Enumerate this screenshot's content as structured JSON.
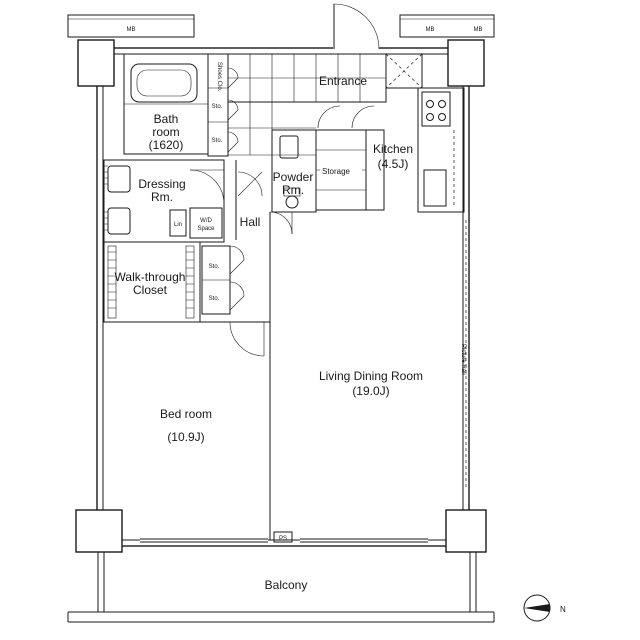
{
  "labels": {
    "entrance": "Entrance",
    "kitchen": "Kitchen",
    "kitchen_size": "(4.5J)",
    "bath": "Bath",
    "bath_room": "room",
    "bath_size": "(1620)",
    "powder": "Powder",
    "powder_rm": "Rm.",
    "storage": "Storage",
    "dressing": "Dressing",
    "dressing_rm": "Rm.",
    "lin": "Lin",
    "wd_top": "W/D",
    "wd_bottom": "Space",
    "hall": "Hall",
    "walk_top": "Walk-through",
    "walk_bottom": "Closet",
    "living": "Living Dining Room",
    "living_size": "(19.0J)",
    "bed": "Bed room",
    "bed_size": "(10.9J)",
    "balcony": "Balcony",
    "ps": "PS",
    "mb_left": "MB",
    "mb_right": "MB",
    "shoes": "Shoes Clo.",
    "sto": "Sto.",
    "picture_rail": "Picture Rail",
    "north": "N"
  }
}
